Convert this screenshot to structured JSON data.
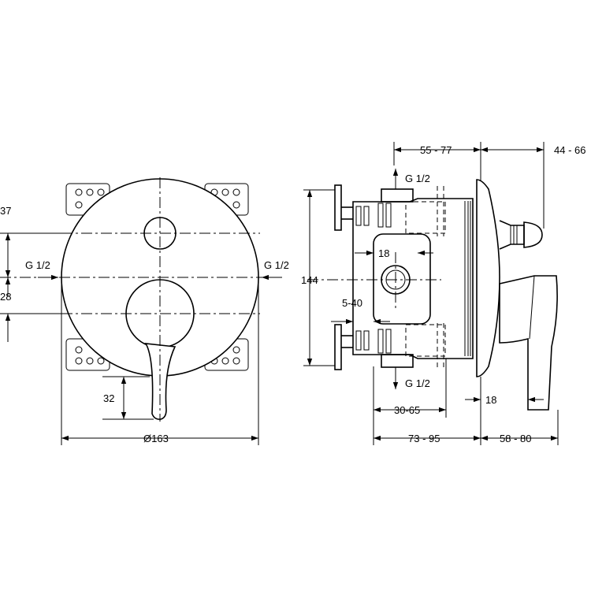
{
  "front_view": {
    "dim_37": "37",
    "dim_28": "28",
    "dim_32": "32",
    "diameter": "Ø163",
    "inlet_left": "G 1/2",
    "inlet_right": "G 1/2"
  },
  "side_view": {
    "dim_top_depth": "55 - 77",
    "dim_top_knob": "44 - 66",
    "outlet_top": "G 1/2",
    "outlet_bottom": "G 1/2",
    "dim_height": "144",
    "dim_18_inner": "18",
    "dim_5_40": "5-40",
    "dim_30_65": "30-65",
    "dim_73_95": "73 - 95",
    "dim_58_80": "58 - 80",
    "dim_18_handle": "18"
  }
}
